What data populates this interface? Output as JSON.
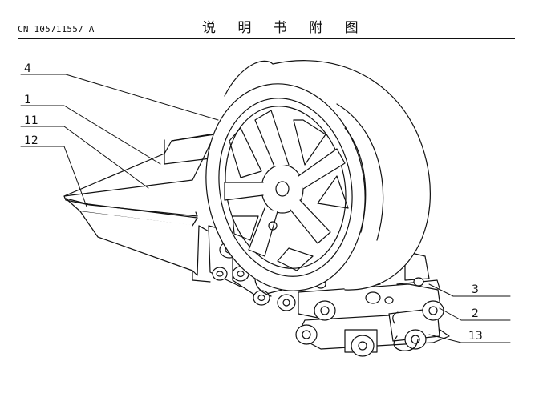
{
  "header": {
    "patent_number": "CN 105711557 A",
    "title": "说 明 书 附 图"
  },
  "figure": {
    "labels": [
      "4",
      "1",
      "11",
      "12",
      "3",
      "2",
      "13"
    ]
  }
}
